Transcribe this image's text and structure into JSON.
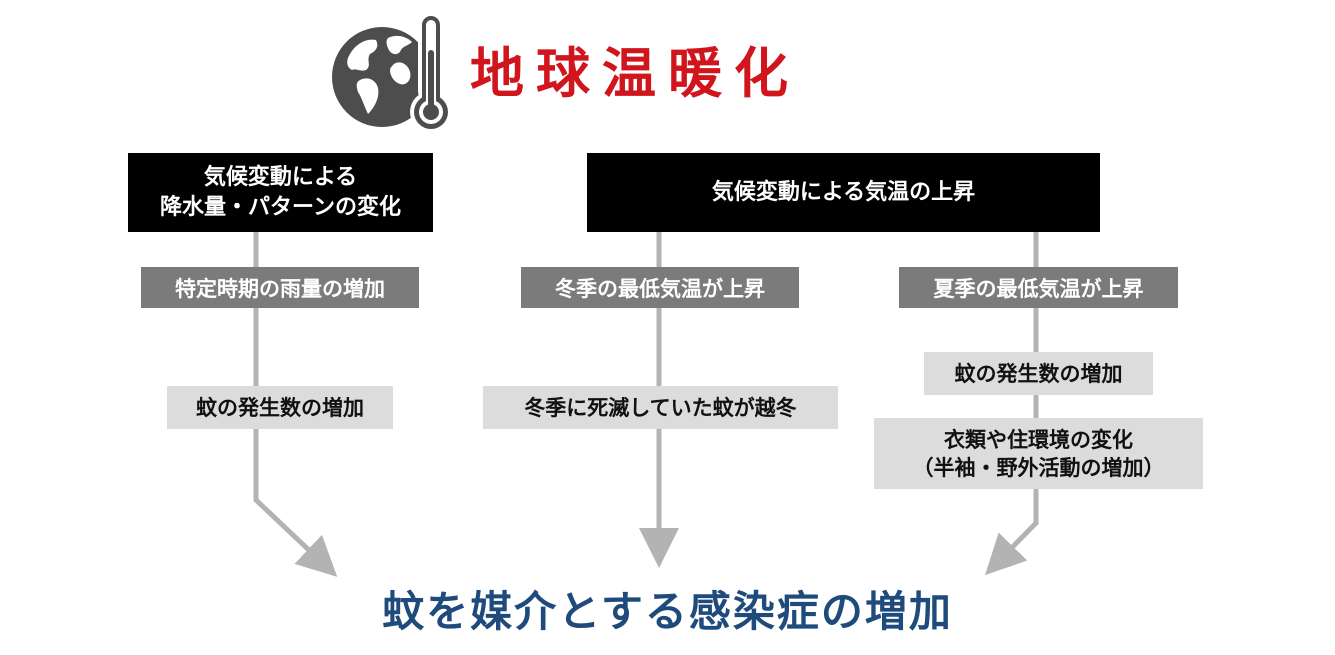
{
  "header": {
    "title": "地球温暖化",
    "icon": "globe-thermometer-icon"
  },
  "causes": {
    "precipitation": {
      "line1": "気候変動による",
      "line2": "降水量・パターンの変化"
    },
    "temperature": {
      "label": "気候変動による気温の上昇"
    }
  },
  "branches": {
    "left": {
      "effect": "特定時期の雨量の増加",
      "result": "蚊の発生数の増加"
    },
    "middle": {
      "effect": "冬季の最低気温が上昇",
      "result": "冬季に死滅していた蚊が越冬"
    },
    "right": {
      "effect": "夏季の最低気温が上昇",
      "result": "蚊の発生数の増加",
      "result2_line1": "衣類や住環境の変化",
      "result2_line2": "（半袖・野外活動の増加）"
    }
  },
  "outcome": {
    "label": "蚊を媒介とする感染症の増加"
  },
  "colors": {
    "title": "#d0161c",
    "outcome": "#1f4a7c",
    "connector": "#b3b3b3",
    "box_black": "#000000",
    "box_dark": "#7b7b7b",
    "box_light": "#dcdcdc",
    "icon": "#4d4d4d"
  }
}
